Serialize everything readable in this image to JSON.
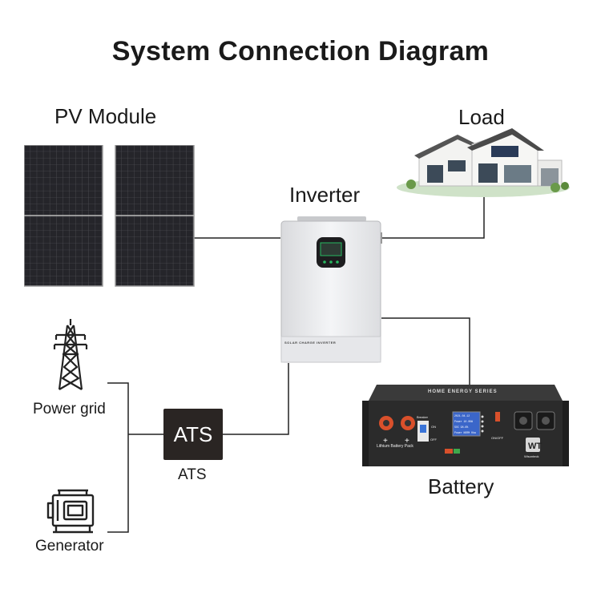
{
  "title": "System Connection Diagram",
  "labels": {
    "pv_module": "PV Module",
    "load": "Load",
    "inverter": "Inverter",
    "power_grid": "Power grid",
    "generator": "Generator",
    "ats_box": "ATS",
    "ats_caption": "ATS",
    "battery": "Battery"
  },
  "inverter_panel": {
    "front_text": "SOLAR CHARGE INVERTER"
  },
  "battery_panel": {
    "series": "HOME ENERGY SERIES",
    "pack": "Lithium Battery Pack",
    "breaker": "Breaker",
    "on": "ON",
    "off": "OFF",
    "onoff": "ON/OFF",
    "brand": "Wisonteck",
    "lcd_lines": [
      "2021.04.12",
      "Power 10.0KW",
      "SOC   98.6%",
      "Power NORM 0kw"
    ],
    "colors": {
      "body": "#2b2b2b",
      "terminal": "#d9502b",
      "lcd": "#3b66c9"
    }
  }
}
